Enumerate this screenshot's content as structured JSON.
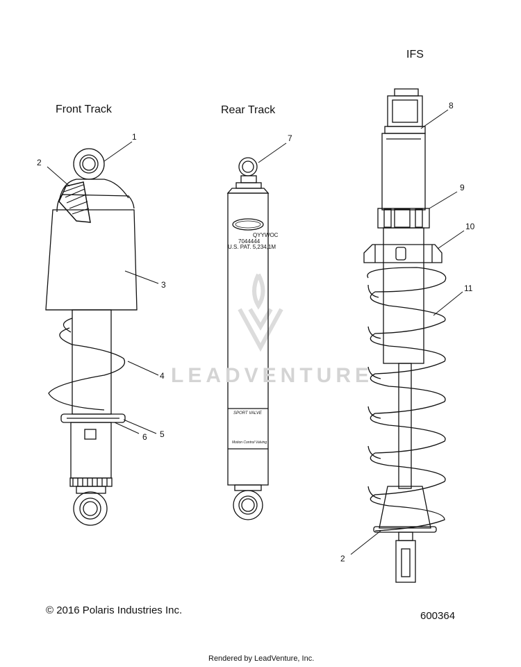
{
  "labels": {
    "front_track": "Front Track",
    "rear_track": "Rear Track",
    "ifs": "IFS"
  },
  "callouts": [
    "1",
    "2",
    "3",
    "4",
    "5",
    "6",
    "7",
    "8",
    "9",
    "10",
    "11",
    "2"
  ],
  "rear_shock_print": {
    "line1": "QYYWOC",
    "line2": "7044444",
    "line3": "U.S. PAT. 5,234,1M",
    "band": "SPORT VALVE",
    "band2": "Motion Control Valving"
  },
  "watermark": "LEADVENTURE",
  "footer": {
    "copyright": "© 2016 Polaris Industries Inc.",
    "diagram_id": "600364",
    "rendered_by": "Rendered by LeadVenture, Inc."
  }
}
